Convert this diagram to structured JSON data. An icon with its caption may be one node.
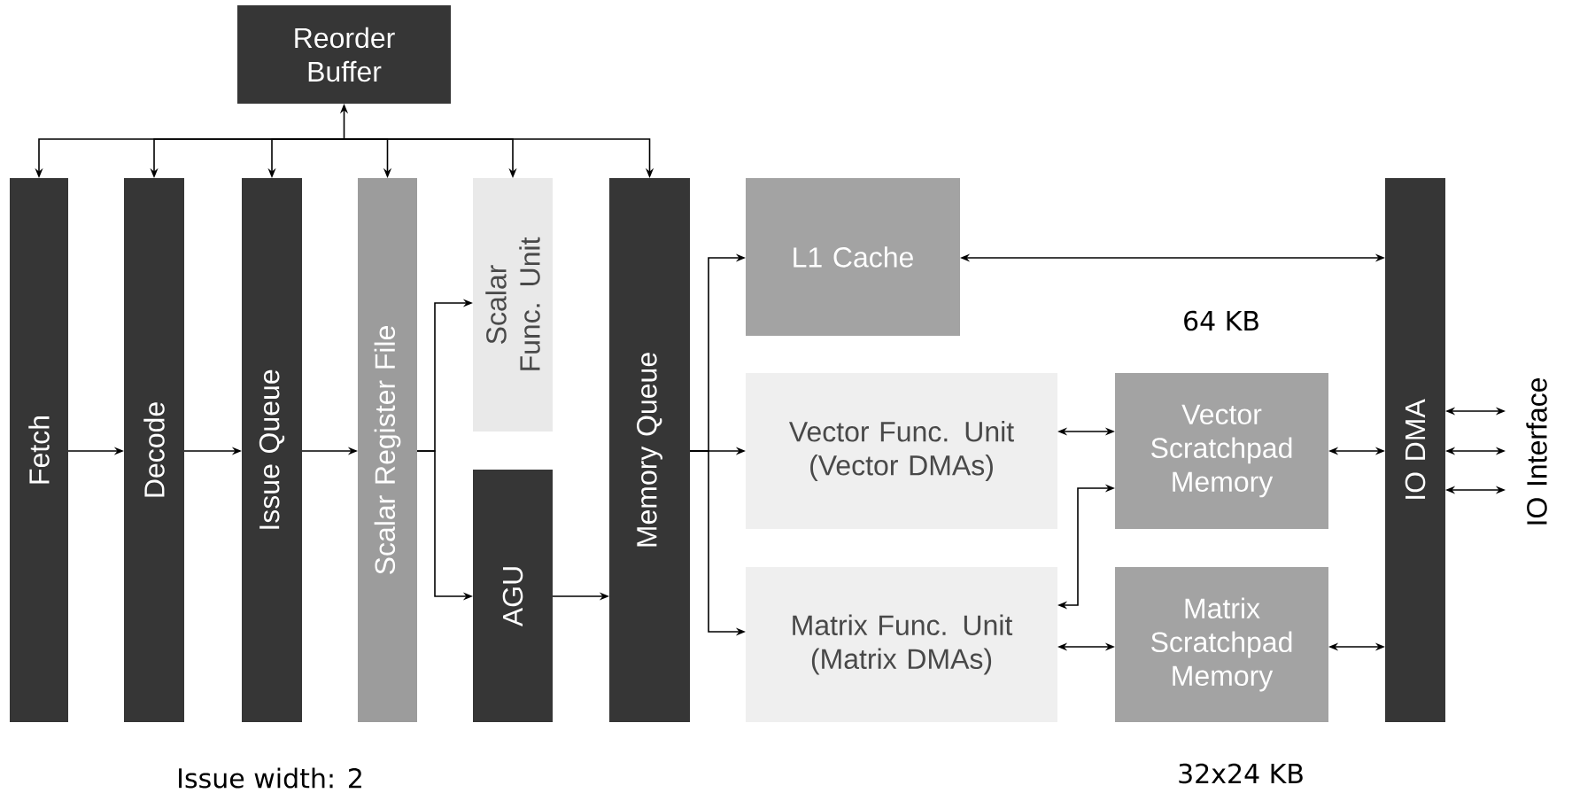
{
  "diagram": {
    "nodes": [
      {
        "text": [
          "Reorder Buffer"
        ]
      },
      {
        "text": [
          "Fetch"
        ]
      },
      {
        "text": [
          "Decode"
        ]
      },
      {
        "text": [
          "Issue Queue"
        ]
      },
      {
        "text": [
          "Scalar Register File"
        ]
      },
      {
        "text": [
          "Scalar Func. Unit"
        ]
      },
      {
        "text": [
          "AGU"
        ]
      },
      {
        "text": [
          "Memory Queue"
        ]
      },
      {
        "text": [
          "L1 Cache"
        ]
      },
      {
        "text": [
          "Vector Func. Unit (Vector DMAs)"
        ]
      },
      {
        "text": [
          "Matrix Func. Unit (Matrix DMAs)"
        ]
      },
      {
        "text": [
          "Vector Scratchpad Memory"
        ]
      },
      {
        "text": [
          "Matrix Scratchpad Memory"
        ]
      },
      {
        "text": [
          "IO DMA"
        ]
      },
      {
        "text": [
          "IO Interface"
        ]
      }
    ],
    "edges": [
      {
        "from": 0,
        "to": 1,
        "arrow": "both"
      },
      {
        "from": 0,
        "to": 2,
        "arrow": "both"
      },
      {
        "from": 0,
        "to": 3,
        "arrow": "both"
      },
      {
        "from": 0,
        "to": 4,
        "arrow": "both"
      },
      {
        "from": 0,
        "to": 5,
        "arrow": "both"
      },
      {
        "from": 0,
        "to": 7,
        "arrow": "both"
      },
      {
        "from": 1,
        "to": 2,
        "arrow": "to"
      },
      {
        "from": 2,
        "to": 3,
        "arrow": "to"
      },
      {
        "from": 3,
        "to": 4,
        "arrow": "to"
      },
      {
        "from": 4,
        "to": 5,
        "arrow": "to"
      },
      {
        "from": 4,
        "to": 6,
        "arrow": "to"
      },
      {
        "from": 6,
        "to": 7,
        "arrow": "to"
      },
      {
        "from": 7,
        "to": 8,
        "arrow": "to"
      },
      {
        "from": 7,
        "to": 9,
        "arrow": "to"
      },
      {
        "from": 7,
        "to": 10,
        "arrow": "to"
      },
      {
        "from": 8,
        "to": 13,
        "arrow": "both"
      },
      {
        "from": 9,
        "to": 11,
        "arrow": "both"
      },
      {
        "from": 10,
        "to": 11,
        "arrow": "both"
      },
      {
        "from": 10,
        "to": 12,
        "arrow": "both"
      },
      {
        "from": 11,
        "to": 13,
        "arrow": "both"
      },
      {
        "from": 12,
        "to": 13,
        "arrow": "both"
      },
      {
        "from": 13,
        "to": 14,
        "arrow": "both"
      },
      {
        "from": 13,
        "to": 14,
        "arrow": "both"
      },
      {
        "from": 13,
        "to": 14,
        "arrow": "both"
      }
    ],
    "labels": [
      "64 KB",
      "Issue width: 2",
      "32x24 KB"
    ]
  }
}
